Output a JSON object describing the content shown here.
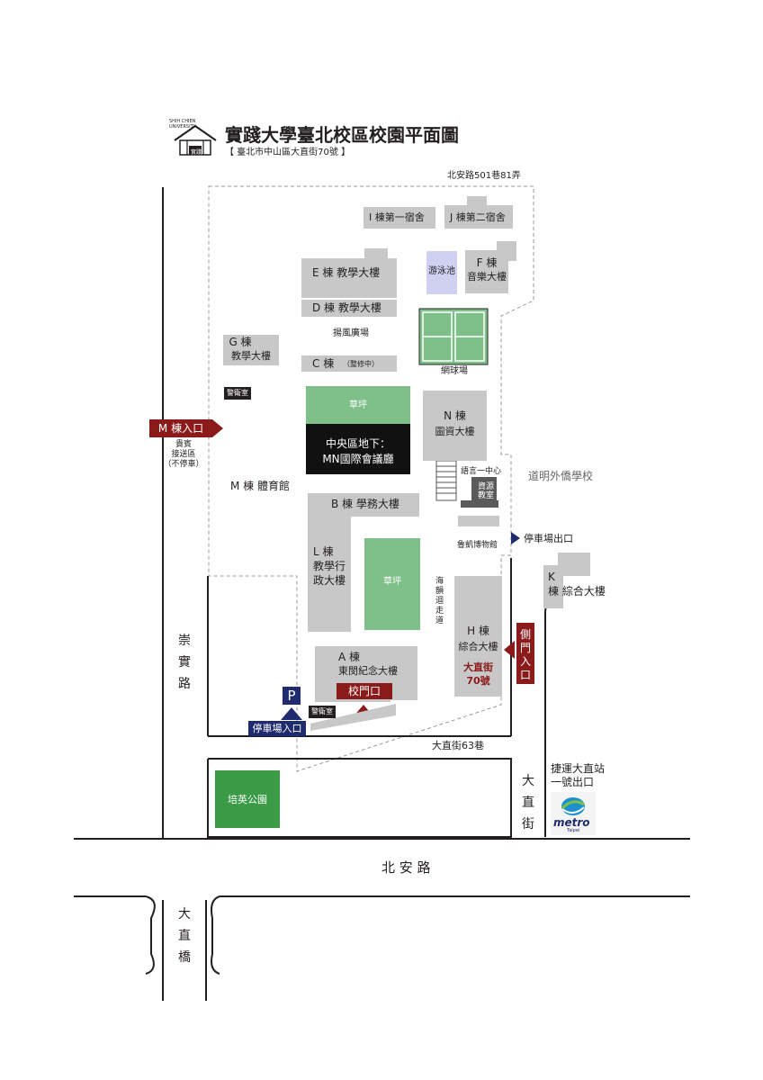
{
  "header": {
    "title": "實踐大學臺北校區校園平面圖",
    "address": "【 臺北市中山區大直街70號 】",
    "logo_text": "SHIH CHIEN UNIVERSITY",
    "logo_seal": "實踐"
  },
  "roads": {
    "north_lane": "北安路501巷81弄",
    "chongshi": "崇實路",
    "dazhi_lane63": "大直街63巷",
    "dazhi_street": "大直街",
    "beian": "北 安 路",
    "dazhi_bridge": "大直橋"
  },
  "buildings": {
    "i": "I 棟第一宿舍",
    "j": "J 棟第二宿舍",
    "e": "E 棟  教學大樓",
    "pool": "游泳池",
    "f_1": "F 棟",
    "f_2": "音樂大樓",
    "d": "D 棟  教學大樓",
    "plaza": "揚風廣場",
    "tennis": "網球場",
    "g_1": "G 棟",
    "g_2": "教學大樓",
    "c": "C 棟",
    "c_note": "（整修中）",
    "lawn_top": "草坪",
    "central_1": "中央區地下：",
    "central_2": "MN國際會議廳",
    "n_1": "N 棟",
    "n_2": "圖資大樓",
    "m": "M 棟  體育館",
    "speech": "語言一中心",
    "resource_1": "資源",
    "resource_2": "教室",
    "b": "B 棟  學務大樓",
    "l_1": "L 棟",
    "l_2": "教學行",
    "l_3": "政大樓",
    "lawn_mid": "草坪",
    "museum": "魯凱博物館",
    "corridor": "海韻迴走道",
    "h_1": "H 棟",
    "h_2": "綜合大樓",
    "h_addr_1": "大直街",
    "h_addr_2": "70號",
    "a_1": "A 棟",
    "a_2": "東閔紀念大樓",
    "k_1": "K",
    "k_2": "棟  綜合大樓",
    "park": "培英公園",
    "school": "道明外僑學校"
  },
  "entrances": {
    "m_entry": "M 棟入口",
    "dropoff_1": "貴賓",
    "dropoff_2": "接送區",
    "dropoff_3": "（不停車）",
    "guard_top": "警衛室",
    "guard_bottom": "警衛室",
    "parking_exit": "停車場出口",
    "side_gate": "側門入口",
    "main_gate": "校門口",
    "parking_p": "P",
    "parking_entry": "停車場入口",
    "metro_1": "捷運大直站",
    "metro_2": "一號出口",
    "metro_logo": "metro",
    "metro_logo_sub": "Taipei"
  },
  "colors": {
    "building": "#c8c8c8",
    "lawn": "#7fc08a",
    "park": "#3a9a45",
    "pool": "#cfd0f2",
    "entry_red": "#8b1a1a",
    "entry_blue": "#1e2b6e"
  }
}
